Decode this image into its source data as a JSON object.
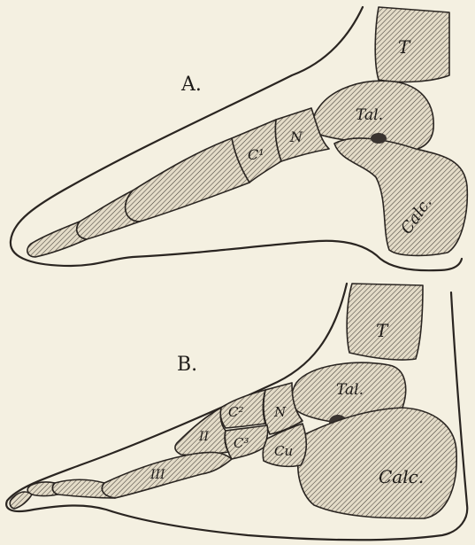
{
  "panels": {
    "a": {
      "label": "A.",
      "bones": {
        "tibia": "T",
        "talus": "Tal.",
        "calcaneus": "Calc.",
        "navicular": "N",
        "cuneiform": "C¹"
      }
    },
    "b": {
      "label": "B.",
      "bones": {
        "tibia": "T",
        "talus": "Tal.",
        "calcaneus": "Calc.",
        "navicular": "N",
        "cuneiform_2": "C²",
        "cuneiform_3": "C³",
        "cuboid": "Cu",
        "metatarsal_2": "II",
        "metatarsal_3": "III"
      }
    }
  },
  "colors": {
    "paper": "#f4f0e1",
    "ink": "#2a2521"
  }
}
